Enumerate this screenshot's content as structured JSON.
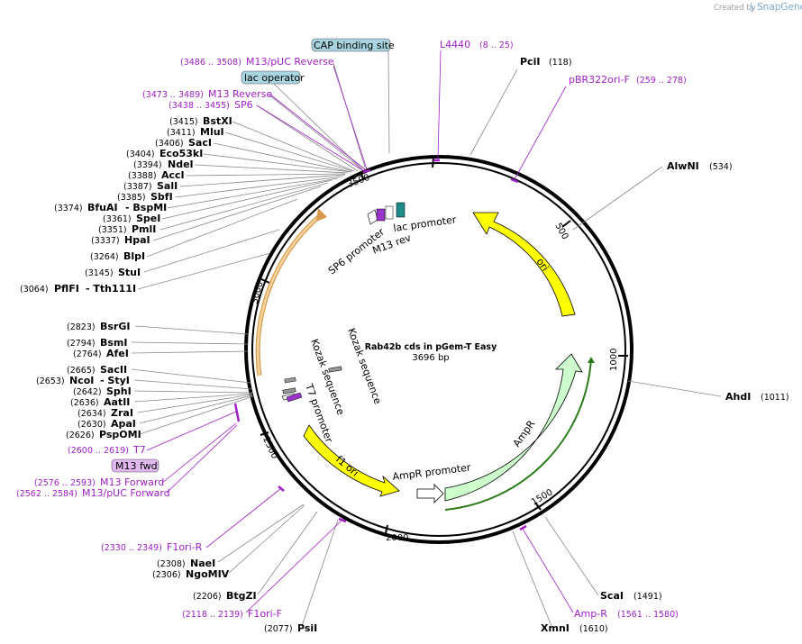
{
  "credit": {
    "created_by": "Created by",
    "brand": "SnapGene"
  },
  "title": "Rab42b cds in pGem-T Easy",
  "length_label": "3696 bp",
  "ticks": [
    "500",
    "1000",
    "1500",
    "2000",
    "2500",
    "3000",
    "3500"
  ],
  "features": {
    "ori": "ori",
    "ampr": "AmpR",
    "ampr_promoter": "AmpR promoter",
    "f1_ori": "f1 ori",
    "t7_promoter": "T7 promoter",
    "kozak1": "Kozak sequence",
    "kozak2": "Kozak sequence",
    "sp6_promoter": "SP6 promoter",
    "m13_rev": "M13 rev",
    "lac_promoter": "lac promoter"
  },
  "boxed": {
    "cap": "CAP binding site",
    "lac_operator": "lac operator",
    "m13_fwd": "M13 fwd"
  },
  "enzymes_left": [
    {
      "pos": "(3415)",
      "name": "BstXI"
    },
    {
      "pos": "(3411)",
      "name": "MluI"
    },
    {
      "pos": "(3406)",
      "name": "SacI"
    },
    {
      "pos": "(3404)",
      "name": "Eco53kI"
    },
    {
      "pos": "(3394)",
      "name": "NdeI"
    },
    {
      "pos": "(3388)",
      "name": "AccI"
    },
    {
      "pos": "(3387)",
      "name": "SalI"
    },
    {
      "pos": "(3385)",
      "name": "SbfI"
    },
    {
      "pos": "(3374)",
      "name": "BfuAI",
      "extra": "- BspMI"
    },
    {
      "pos": "(3361)",
      "name": "SpeI"
    },
    {
      "pos": "(3351)",
      "name": "PmlI"
    },
    {
      "pos": "(3337)",
      "name": "HpaI"
    },
    {
      "pos": "(3264)",
      "name": "BlpI"
    },
    {
      "pos": "(3145)",
      "name": "StuI"
    },
    {
      "pos": "(3064)",
      "name": "PflFI",
      "extra": "- Tth111I"
    },
    {
      "pos": "(2823)",
      "name": "BsrGI"
    },
    {
      "pos": "(2794)",
      "name": "BsmI"
    },
    {
      "pos": "(2764)",
      "name": "AfeI"
    },
    {
      "pos": "(2665)",
      "name": "SacII"
    },
    {
      "pos": "(2653)",
      "name": "NcoI",
      "extra": "- StyI"
    },
    {
      "pos": "(2642)",
      "name": "SphI"
    },
    {
      "pos": "(2636)",
      "name": "AatII"
    },
    {
      "pos": "(2634)",
      "name": "ZraI"
    },
    {
      "pos": "(2630)",
      "name": "ApaI"
    },
    {
      "pos": "(2626)",
      "name": "PspOMI"
    },
    {
      "pos": "(2308)",
      "name": "NaeI"
    },
    {
      "pos": "(2306)",
      "name": "NgoMIV"
    },
    {
      "pos": "(2206)",
      "name": "BtgZI"
    },
    {
      "pos": "(2077)",
      "name": "PsiI"
    },
    {
      "pos": "(1610)",
      "name": "XmnI"
    }
  ],
  "enzymes_right": [
    {
      "name": "PciI",
      "pos": "(118)"
    },
    {
      "name": "AlwNI",
      "pos": "(534)"
    },
    {
      "name": "AhdI",
      "pos": "(1011)"
    },
    {
      "name": "ScaI",
      "pos": "(1491)"
    }
  ],
  "primers_left": [
    {
      "pos": "(3486 .. 3508)",
      "name": "M13/pUC Reverse"
    },
    {
      "pos": "(3473 .. 3489)",
      "name": "M13 Reverse"
    },
    {
      "pos": "(3438 .. 3455)",
      "name": "SP6"
    },
    {
      "pos": "(2600 .. 2619)",
      "name": "T7"
    },
    {
      "pos": "(2576 .. 2593)",
      "name": "M13 Forward"
    },
    {
      "pos": "(2562 .. 2584)",
      "name": "M13/pUC Forward"
    },
    {
      "pos": "(2330 .. 2349)",
      "name": "F1ori-R"
    },
    {
      "pos": "(2118 .. 2139)",
      "name": "F1ori-F"
    }
  ],
  "primers_right": [
    {
      "name": "L4440",
      "pos": "(8 .. 25)"
    },
    {
      "name": "pBR322ori-F",
      "pos": "(259 .. 278)"
    },
    {
      "name": "Amp-R",
      "pos": "(1561 .. 1580)"
    }
  ],
  "colors": {
    "primer": "#a020c8",
    "ori": "#ffff00",
    "ampr": "#ccffcc",
    "f1ori": "#ffff00",
    "sp6_outline": "#f0c080",
    "cap_box": "#a8d4e0"
  }
}
